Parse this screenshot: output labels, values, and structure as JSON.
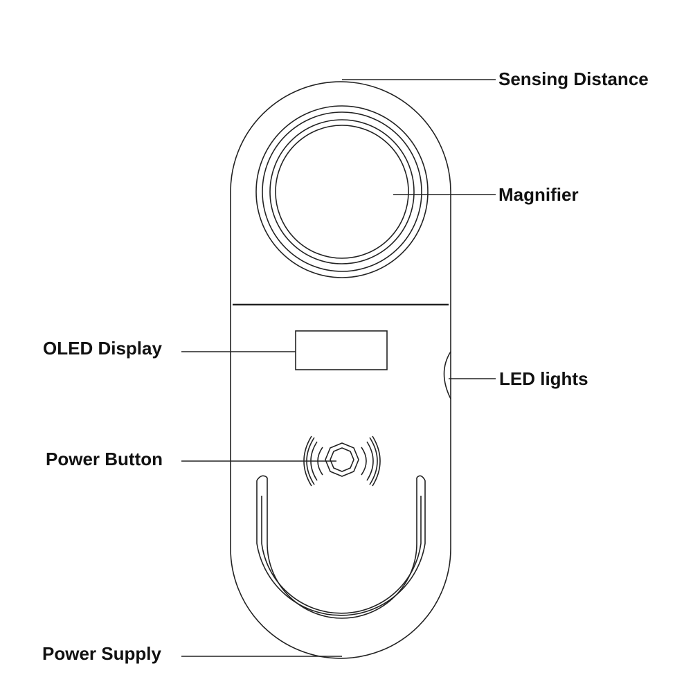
{
  "callouts": {
    "sensing_distance": "Sensing Distance",
    "magnifier": "Magnifier",
    "oled_display": "OLED Display",
    "led_lights": "LED lights",
    "power_button": "Power Button",
    "power_supply": "Power Supply"
  },
  "colors": {
    "line": "#222222",
    "text": "#111111",
    "background": "#ffffff"
  }
}
